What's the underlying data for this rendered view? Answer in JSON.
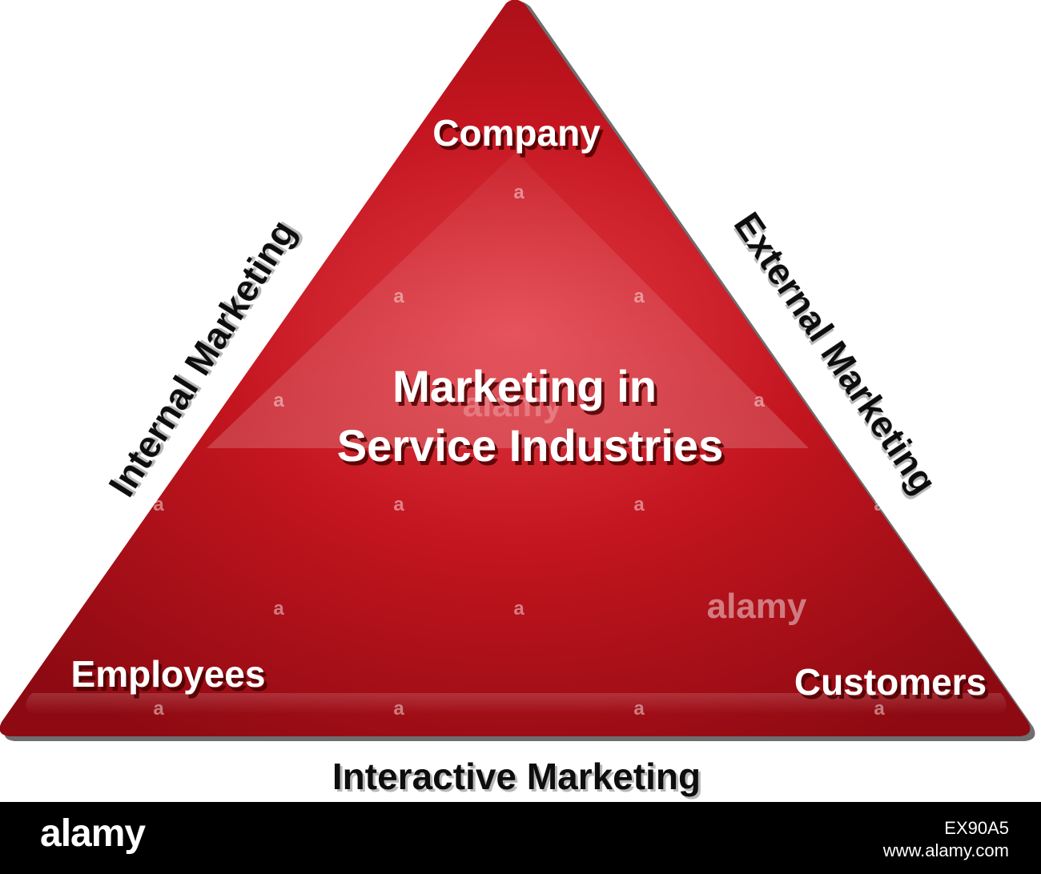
{
  "diagram": {
    "vertices": {
      "top": "Company",
      "bottom_left": "Employees",
      "bottom_right": "Customers"
    },
    "center": {
      "line1": "Marketing in",
      "line2": "Service Industries"
    },
    "edges": {
      "left": "Internal Marketing",
      "right": "External Marketing",
      "bottom": "Interactive Marketing"
    },
    "colors": {
      "triangle_fill": "#b5101d",
      "triangle_highlight": "#e84a50",
      "edge_text": "#111111",
      "vertex_text": "#ffffff"
    }
  },
  "watermark": {
    "mark": "a",
    "wordmark": "alamy"
  },
  "footer": {
    "logo": "alamy",
    "image_id": "EX90A5",
    "url": "www.alamy.com"
  }
}
